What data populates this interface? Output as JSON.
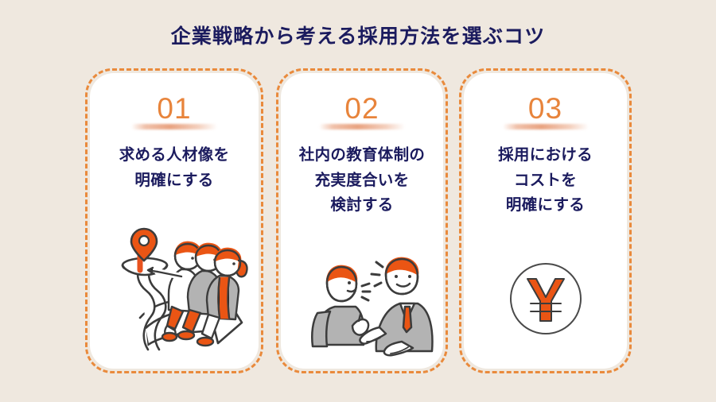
{
  "slide": {
    "background_color": "#efe8df",
    "title": "企業戦略から考える採用方法を選ぶコツ",
    "title_color": "#1b1b5e",
    "accent_color": "#e8843b"
  },
  "cards": [
    {
      "number": "01",
      "heading_lines": [
        "求める人材像を",
        "明確にする"
      ],
      "illustration": "three-people-on-arrow-with-map-pin-illustration"
    },
    {
      "number": "02",
      "heading_lines": [
        "社内の教育体制の",
        "充実度合いを",
        "検討する"
      ],
      "illustration": "two-people-discussing-illustration"
    },
    {
      "number": "03",
      "heading_lines": [
        "採用における",
        "コストを",
        "明確にする"
      ],
      "illustration": "yen-coin-circle-illustration"
    }
  ]
}
